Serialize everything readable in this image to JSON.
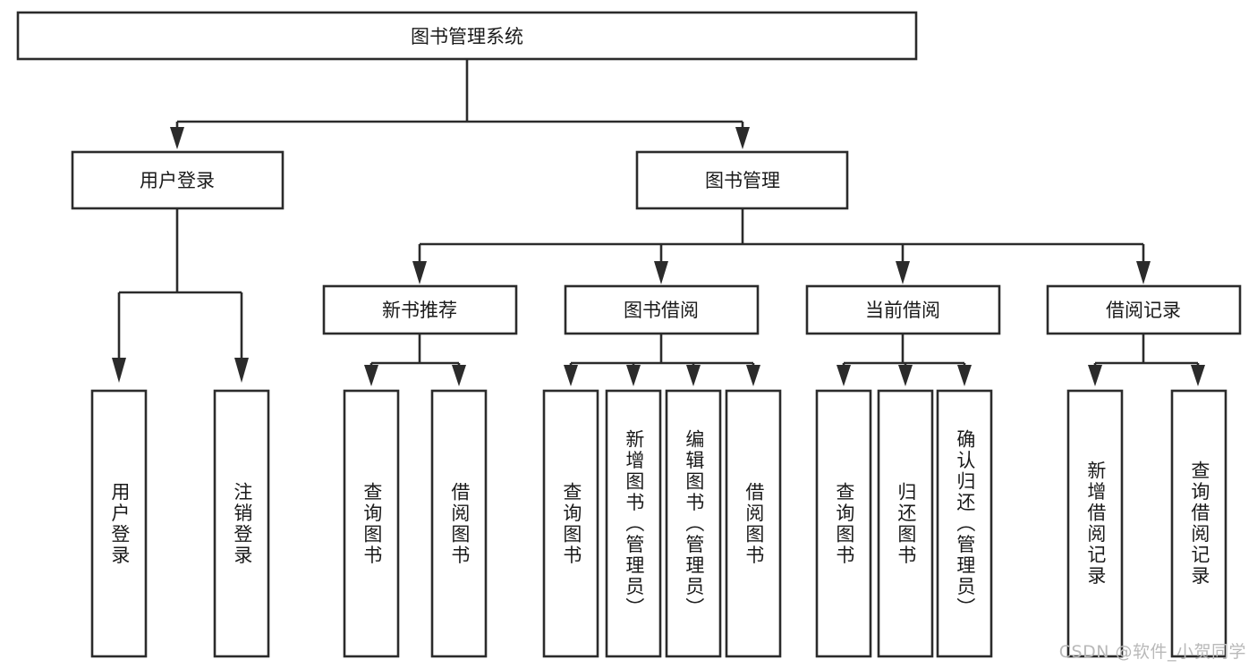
{
  "diagram": {
    "type": "hierarchy-tree",
    "title": "图书管理系统",
    "watermark": "CSDN @软件_小贺同学",
    "colors": {
      "stroke": "#2b2b2b",
      "fill": "#ffffff",
      "text": "#1a1a1a",
      "watermark": "#b9b9b9",
      "background": "#ffffff"
    },
    "root": {
      "id": "root",
      "label": "图书管理系统"
    },
    "level2": [
      {
        "id": "user-login",
        "label": "用户登录"
      },
      {
        "id": "book-manage",
        "label": "图书管理"
      }
    ],
    "level3": [
      {
        "id": "new-book-recommend",
        "label": "新书推荐",
        "parent": "book-manage"
      },
      {
        "id": "book-borrow",
        "label": "图书借阅",
        "parent": "book-manage"
      },
      {
        "id": "current-borrow",
        "label": "当前借阅",
        "parent": "book-manage"
      },
      {
        "id": "borrow-record",
        "label": "借阅记录",
        "parent": "book-manage"
      }
    ],
    "leaves": [
      {
        "id": "leaf-user-login",
        "label": "用户登录",
        "parent": "user-login"
      },
      {
        "id": "leaf-user-logout",
        "label": "注销登录",
        "parent": "user-login"
      },
      {
        "id": "leaf-query-book-1",
        "label": "查询图书",
        "parent": "new-book-recommend"
      },
      {
        "id": "leaf-borrow-book-1",
        "label": "借阅图书",
        "parent": "new-book-recommend"
      },
      {
        "id": "leaf-query-book-2",
        "label": "查询图书",
        "parent": "book-borrow"
      },
      {
        "id": "leaf-add-book",
        "label": "新增图书（管理员）",
        "parent": "book-borrow"
      },
      {
        "id": "leaf-edit-book",
        "label": "编辑图书（管理员）",
        "parent": "book-borrow"
      },
      {
        "id": "leaf-borrow-book-2",
        "label": "借阅图书",
        "parent": "book-borrow"
      },
      {
        "id": "leaf-query-book-3",
        "label": "查询图书",
        "parent": "current-borrow"
      },
      {
        "id": "leaf-return-book",
        "label": "归还图书",
        "parent": "current-borrow"
      },
      {
        "id": "leaf-confirm-return",
        "label": "确认归还（管理员）",
        "parent": "current-borrow"
      },
      {
        "id": "leaf-add-record",
        "label": "新增借阅记录",
        "parent": "borrow-record"
      },
      {
        "id": "leaf-query-record",
        "label": "查询借阅记录",
        "parent": "borrow-record"
      }
    ]
  }
}
